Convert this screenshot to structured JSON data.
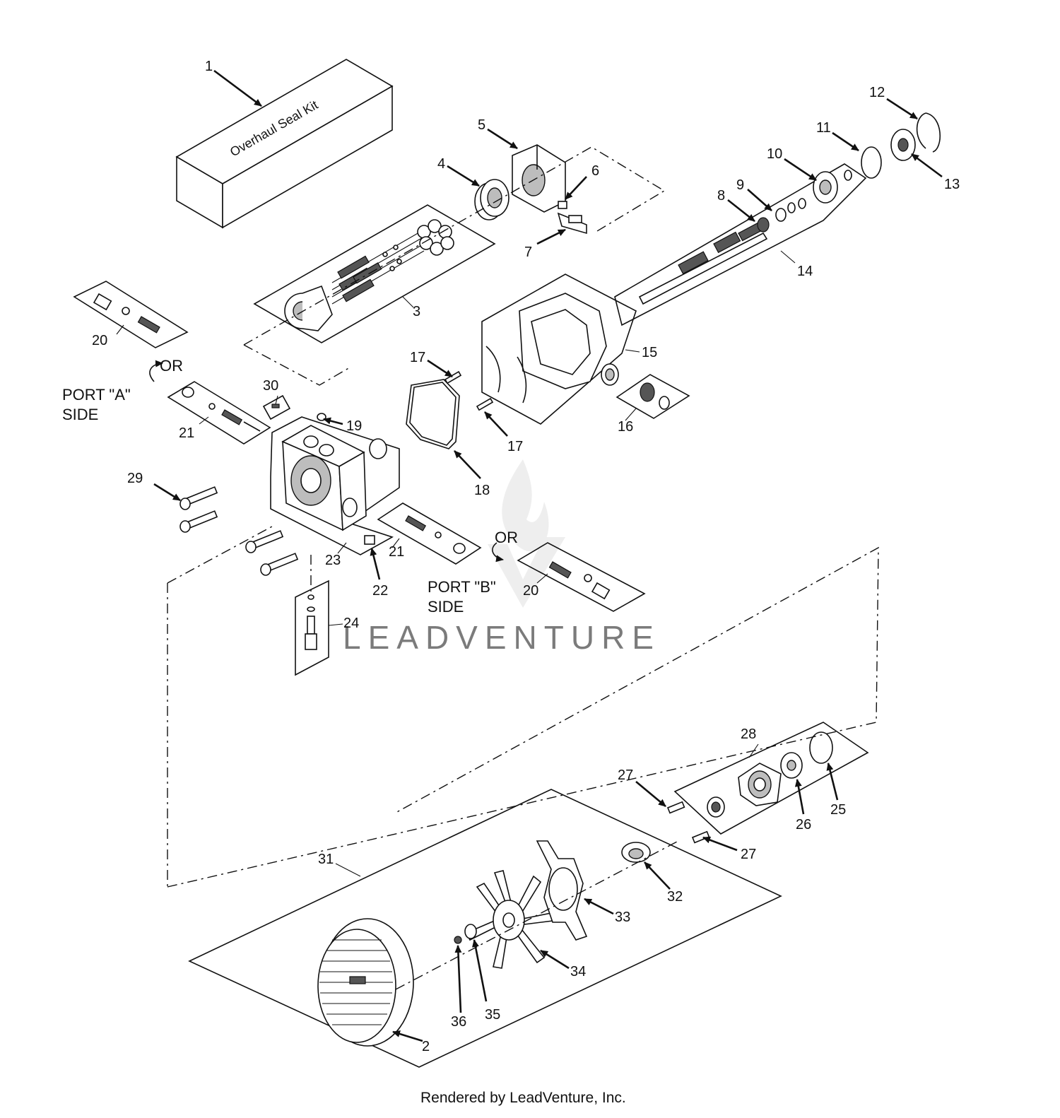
{
  "diagram": {
    "kit_label": "Overhaul Seal Kit",
    "callouts": [
      "1",
      "2",
      "3",
      "4",
      "5",
      "6",
      "7",
      "8",
      "9",
      "10",
      "11",
      "12",
      "13",
      "14",
      "15",
      "16",
      "17",
      "17",
      "18",
      "19",
      "20",
      "20",
      "21",
      "21",
      "22",
      "23",
      "24",
      "25",
      "26",
      "27",
      "27",
      "28",
      "29",
      "30",
      "31",
      "32",
      "33",
      "34",
      "35",
      "36"
    ],
    "port_a": {
      "line1": "PORT \"A\"",
      "line2": "SIDE"
    },
    "port_b": {
      "line1": "PORT \"B\"",
      "line2": "SIDE"
    },
    "or_label": "OR",
    "or_label_b": "OR",
    "watermark": "LEADVENTURE",
    "footer": "Rendered by LeadVenture, Inc."
  }
}
